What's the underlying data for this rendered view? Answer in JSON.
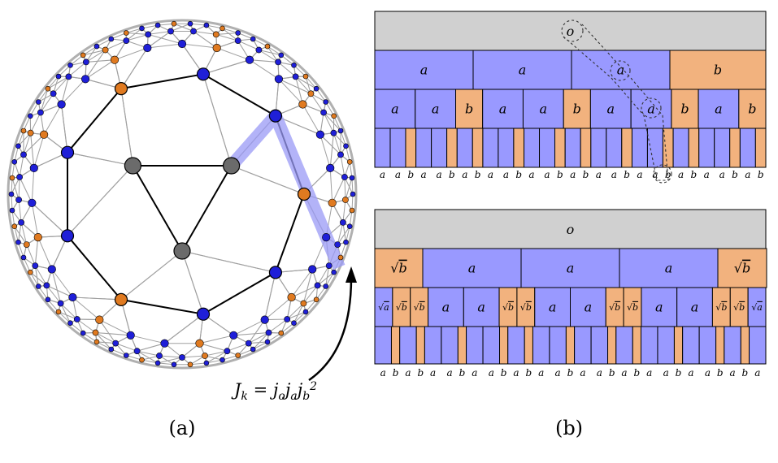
{
  "panel_a": {
    "label": "(a)",
    "annotation": {
      "J": "J",
      "k": "k",
      "eq": " = ",
      "j": "j",
      "o": "o",
      "a": "a",
      "b": "b",
      "sq": "2"
    },
    "colors": {
      "outer_circle": "#b0b0b0",
      "edge_light": "#a0a0a0",
      "edge_dark": "#000000",
      "node_center": "#6b6b6b",
      "node_a": "#1f1fd8",
      "node_b": "#e07a20",
      "highlight": "#9a9af5"
    }
  },
  "panel_b": {
    "label": "(b)",
    "colors": {
      "a": "#9999ff",
      "b": "#f2b27e",
      "o": "#d0d0d0",
      "border": "#000000"
    },
    "top": {
      "root": "o",
      "level1": [
        "a",
        "a",
        "a",
        "b"
      ],
      "level2": [
        "a",
        "a",
        "b",
        "a",
        "a",
        "b",
        "a",
        "a",
        "b",
        "a",
        "b"
      ],
      "level3": [
        "a",
        "a",
        "b",
        "a",
        "a",
        "b",
        "a",
        "b",
        "a",
        "a",
        "b",
        "a",
        "a",
        "b",
        "a",
        "b",
        "a",
        "a",
        "b",
        "a",
        "a",
        "b",
        "a",
        "b",
        "a",
        "a",
        "b",
        "a",
        "b"
      ],
      "sequence": [
        "a",
        "a",
        "b",
        "a",
        "a",
        "b",
        "a",
        "b",
        "a",
        "a",
        "b",
        "a",
        "a",
        "b",
        "a",
        "b",
        "a",
        "a",
        "b",
        "a",
        "a",
        "b",
        "a",
        "b",
        "a",
        "a",
        "b",
        "a",
        "b"
      ],
      "note": "root o has children a a a b; a -> a a b; b -> a b"
    },
    "bottom": {
      "root": "o",
      "level1": [
        "√b",
        "a",
        "a",
        "a",
        "√b"
      ],
      "level2": [
        "√a",
        "√b",
        "√b",
        "a",
        "a",
        "√b",
        "√b",
        "a",
        "a",
        "√b",
        "√b",
        "a",
        "a",
        "√b",
        "√b",
        "√a"
      ],
      "sequence": [
        "a",
        "b",
        "a",
        "b",
        "a",
        "a",
        "b",
        "a",
        "a",
        "b",
        "a",
        "b",
        "a",
        "a",
        "b",
        "a",
        "a",
        "b",
        "a",
        "b",
        "a",
        "a",
        "b",
        "a",
        "a",
        "b",
        "a",
        "b",
        "a"
      ],
      "note": "root o has children √b a a a √b"
    }
  }
}
